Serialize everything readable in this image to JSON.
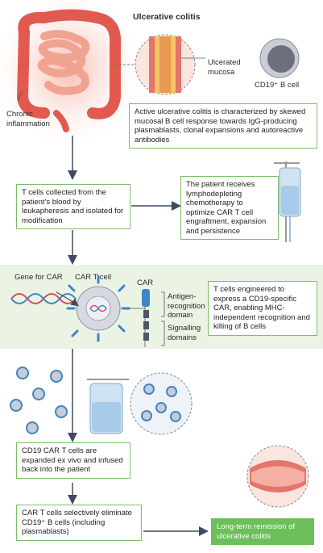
{
  "title": "Ulcerative colitis",
  "labels": {
    "chronic_inflammation": "Chronic\ninflammation",
    "ulcerated_mucosa": "Ulcerated\nmucosa",
    "cd19_b_cell": "CD19⁺ B cell",
    "gene_for_car": "Gene for CAR",
    "car_t_cell": "CAR T cell",
    "car": "CAR",
    "antigen_domain": "Antigen-\nrecognition\ndomain",
    "signalling_domains": "Signalling\ndomains"
  },
  "boxes": {
    "uc_description": "Active ulcerative colitis is characterized by skewed mucosal B cell response towards IgG-producing plasmablasts, clonal expansions and autoreactive antibodies",
    "t_cells_collected": "T cells collected from the patient's blood by leukapheresis and isolated for modification",
    "lymphodepleting": "The patient receives lymphodepleting chemotherapy to optimize CAR T cell engraftment, expansion and persistence",
    "engineered": "T cells engineered to express a CD19-specific CAR, enabling MHC-independent recognition and killing of B cells",
    "expanded": "CD19 CAR T cells are expanded ex vivo and infused back into the patient",
    "eliminate": "CAR T cells selectively eliminate CD19⁺ B cells (including plasmablasts)",
    "remission": "Long-term remission of ulcerative colitis"
  },
  "colors": {
    "box_border": "#7cbf6b",
    "remission_fill": "#6cbf5a",
    "panel_band": "#eaf3e4",
    "arrow": "#3e4a63",
    "inflamed_red": "#e0504a",
    "receptor_blue": "#3f86c5"
  }
}
